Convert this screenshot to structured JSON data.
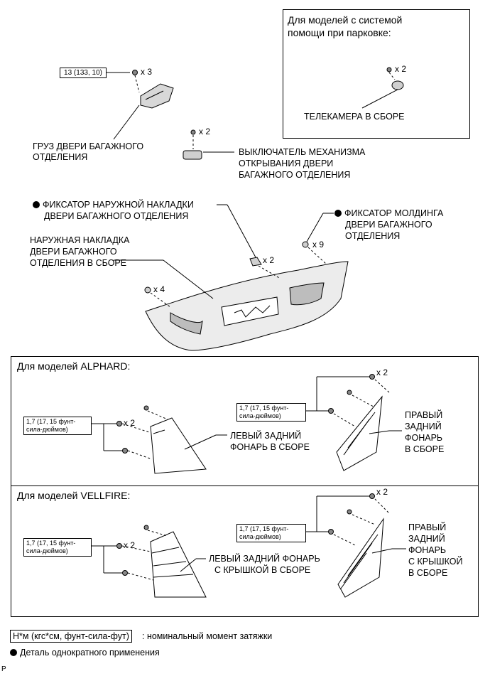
{
  "parking_box": {
    "title_line1": "Для моделей с системой",
    "title_line2": "помощи при парковке:",
    "qty": "x 2",
    "camera_label": "ТЕЛЕКАМЕРА В СБОРЕ"
  },
  "top": {
    "torque_main": "13 (133, 10)",
    "qty_weight": "x 3",
    "weight_line1": "ГРУЗ ДВЕРИ БАГАЖНОГО",
    "weight_line2": "ОТДЕЛЕНИЯ",
    "qty_switch": "x 2",
    "switch_line1": "ВЫКЛЮЧАТЕЛЬ МЕХАНИЗМА",
    "switch_line2": "ОТКРЫВАНИЯ ДВЕРИ",
    "switch_line3": "БАГАЖНОГО ОТДЕЛЕНИЯ",
    "retainer_outer_line1": "ФИКСАТОР НАРУЖНОЙ НАКЛАДКИ",
    "retainer_outer_line2": "ДВЕРИ БАГАЖНОГО ОТДЕЛЕНИЯ",
    "retainer_molding_line1": "ФИКСАТОР МОЛДИНГА",
    "retainer_molding_line2": "ДВЕРИ БАГАЖНОГО",
    "retainer_molding_line3": "ОТДЕЛЕНИЯ",
    "garnish_line1": "НАРУЖНАЯ НАКЛАДКА",
    "garnish_line2": "ДВЕРИ БАГАЖНОГО",
    "garnish_line3": "ОТДЕЛЕНИЯ В СБОРЕ",
    "qty_x2": "x 2",
    "qty_x9": "x 9",
    "qty_x4": "x 4"
  },
  "alphard": {
    "header": "Для моделей ALPHARD:",
    "torque_left_line1": "1,7 (17, 15 фунт-",
    "torque_left_line2": "сила-дюймов)",
    "qty_left": "x 2",
    "left_lamp_line1": "ЛЕВЫЙ ЗАДНИЙ",
    "left_lamp_line2": "ФОНАРЬ В СБОРЕ",
    "torque_right_line1": "1,7 (17, 15 фунт-",
    "torque_right_line2": "сила-дюймов)",
    "qty_right": "x 2",
    "right_lamp_line1": "ПРАВЫЙ",
    "right_lamp_line2": "ЗАДНИЙ",
    "right_lamp_line3": "ФОНАРЬ",
    "right_lamp_line4": "В СБОРЕ"
  },
  "vellfire": {
    "header": "Для моделей VELLFIRE:",
    "torque_left_line1": "1,7 (17, 15 фунт-",
    "torque_left_line2": "сила-дюймов)",
    "qty_left": "x 2",
    "left_lamp_line1": "ЛЕВЫЙ ЗАДНИЙ ФОНАРЬ",
    "left_lamp_line2": "С КРЫШКОЙ В СБОРЕ",
    "torque_right_line1": "1,7 (17, 15 фунт-",
    "torque_right_line2": "сила-дюймов)",
    "qty_right": "x 2",
    "right_lamp_line1": "ПРАВЫЙ",
    "right_lamp_line2": "ЗАДНИЙ",
    "right_lamp_line3": "ФОНАРЬ",
    "right_lamp_line4": "С КРЫШКОЙ",
    "right_lamp_line5": "В СБОРЕ"
  },
  "legend": {
    "torque_unit": "Н*м (кгс*см, фунт-сила-фут)",
    "torque_desc": ": номинальный момент затяжки",
    "nonreusable": "Деталь однократного применения"
  },
  "corner_mark": "P"
}
